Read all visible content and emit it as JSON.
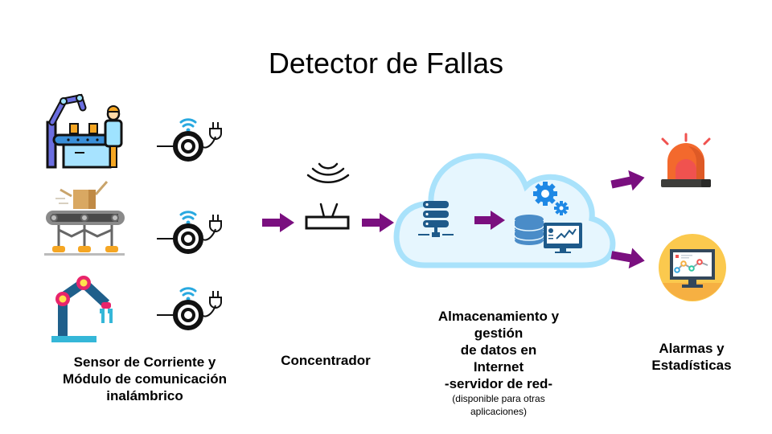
{
  "title": "Detector de Fallas",
  "colors": {
    "arrow": "#7a0f7f",
    "cloud_fill": "#e6f6fe",
    "cloud_stroke": "#a9e2fb",
    "server": "#1e5a8a",
    "gear": "#1e88e5"
  },
  "sensors": {
    "label_lines": [
      "Sensor de Corriente y",
      "Módulo de comunicación",
      "inalámbrico"
    ],
    "machines": [
      {
        "icon": "assembly-line-worker-icon"
      },
      {
        "icon": "conveyor-belt-icon"
      },
      {
        "icon": "robotic-arm-icon"
      }
    ],
    "sensor_icon": "current-sensor-wifi-plug-icon"
  },
  "concentrator": {
    "label": "Concentrador",
    "icon": "router-icon"
  },
  "cloud": {
    "icon_left": "server-rack-icon",
    "icon_right": "database-dashboard-icon",
    "label_lines": [
      "Almacenamiento y",
      "gestión",
      "de datos en",
      "Internet",
      "-servidor de red-"
    ],
    "sub_lines": [
      "(disponible para otras",
      "aplicaciones)"
    ]
  },
  "outputs": {
    "label_lines": [
      "Alarmas y",
      "Estadísticas"
    ],
    "alarm_icon": "alarm-siren-icon",
    "stats_icon": "statistics-monitor-icon"
  }
}
